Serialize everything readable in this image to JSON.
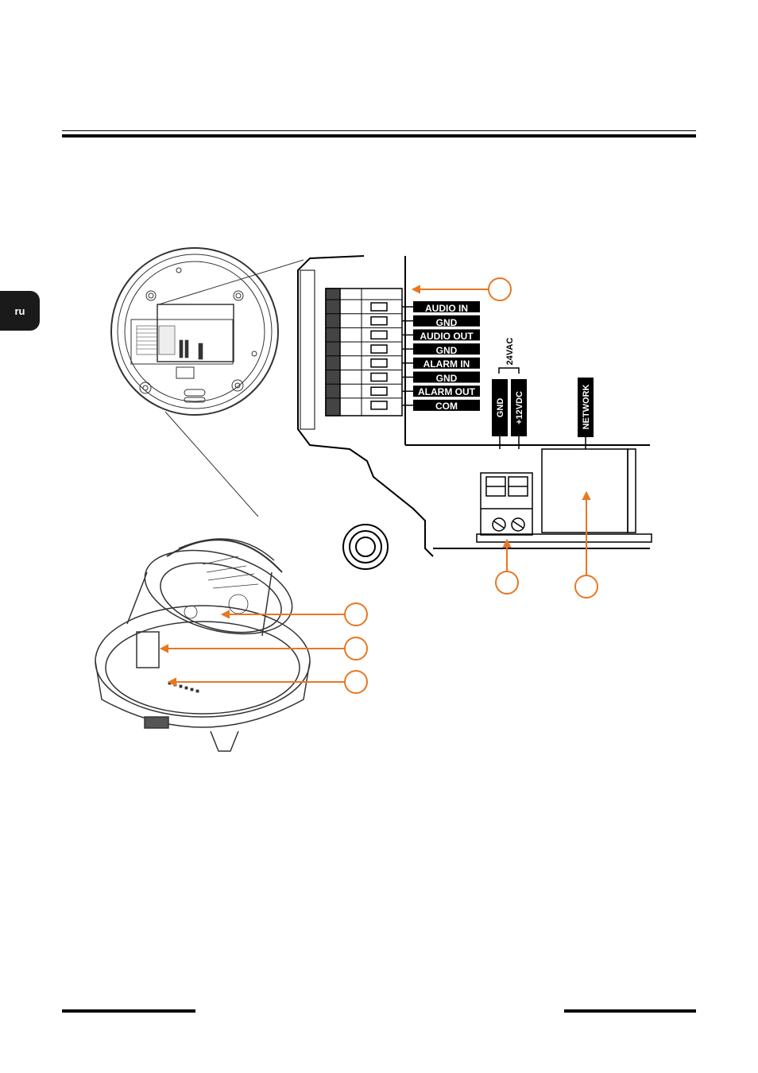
{
  "page": {
    "language_tab": "ru"
  },
  "colors": {
    "accent": "#e87722",
    "line": "#000000",
    "label_bg": "#000000",
    "label_text": "#ffffff"
  },
  "terminal_block": {
    "labels": [
      "AUDIO IN",
      "GND",
      "AUDIO OUT",
      "GND",
      "ALARM IN",
      "GND",
      "ALARM OUT",
      "COM"
    ]
  },
  "power": {
    "gnd_label": "GND",
    "dc_label": "+12VDC",
    "ac_label": "24VAC"
  },
  "network": {
    "label": "NETWORK"
  }
}
